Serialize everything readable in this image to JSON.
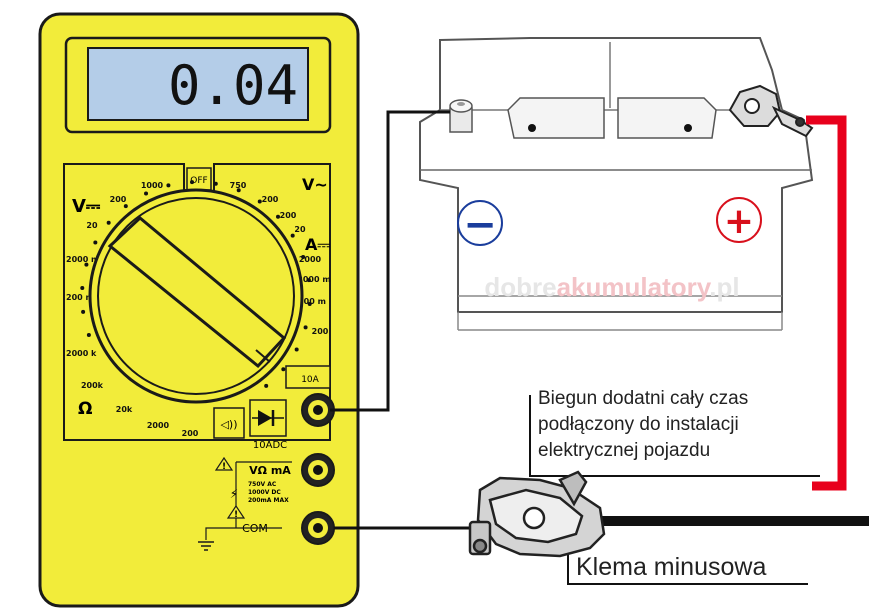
{
  "meter": {
    "display_value": "0.04",
    "off_label": "OFF",
    "v_dc_symbol": "V⎓",
    "v_ac_symbol": "V~",
    "a_dc_symbol": "A⎓",
    "ohm_symbol": "Ω",
    "dc_volt_ranges": [
      "1000",
      "200",
      "20",
      "2000 m",
      "200 m"
    ],
    "ac_volt_ranges": [
      "750",
      "200"
    ],
    "dc_amp_ranges": [
      "200",
      "20",
      "2000",
      "200",
      "2000 m",
      "200 m"
    ],
    "ohm_ranges": [
      "2000 k",
      "200k",
      "20k",
      "2000",
      "200"
    ],
    "range_10a": "10A",
    "jack_10adc": "10ADC",
    "jack_vma": "VΩ mA",
    "jack_com": "COM",
    "warning_lines": [
      "750V AC",
      "1000V DC",
      "200mA MAX"
    ]
  },
  "battery": {
    "negative_symbol": "−",
    "positive_symbol": "+",
    "watermark_light": "dobre",
    "watermark_bold": "akumulatory",
    "watermark_tld": ".pl"
  },
  "captions": {
    "positive_lines": [
      "Biegun dodatni cały czas",
      "podłączony do instalacji",
      "elektrycznej pojazdu"
    ],
    "clamp_label": "Klema minusowa"
  },
  "colors": {
    "meter_yellow": "#f2ec3a",
    "meter_outline": "#1a1a1a",
    "lcd": "#b4cde8",
    "positive_wire": "#e8001c",
    "minus_blue": "#1a3d9c",
    "plus_red": "#d8101c"
  }
}
